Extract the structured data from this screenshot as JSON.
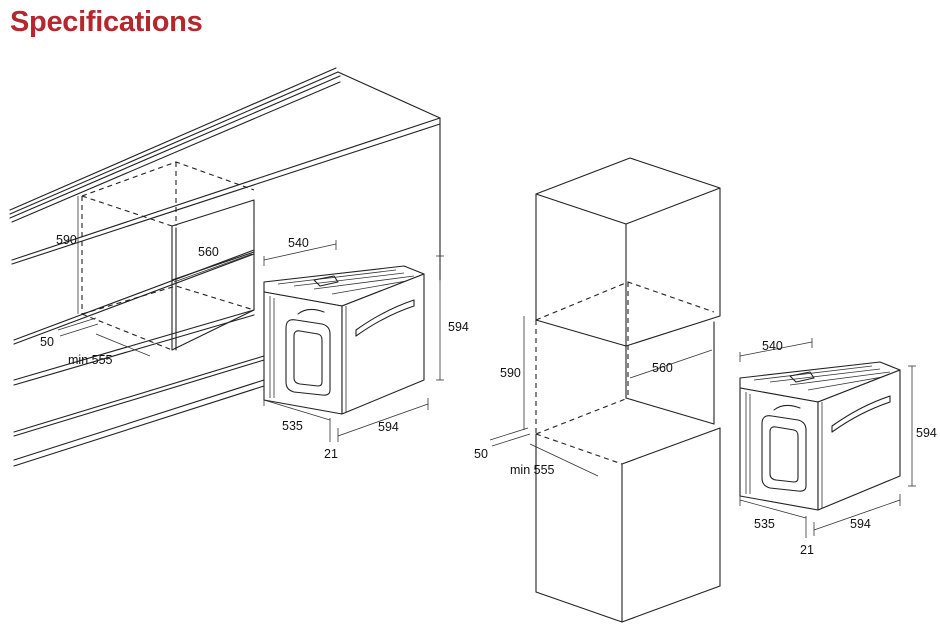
{
  "title": "Specifications",
  "colors": {
    "title": "#b5272d",
    "line": "#222222",
    "background": "#ffffff"
  },
  "diagrams": [
    {
      "installation": "under-counter",
      "dimensions": {
        "niche_height": "590",
        "niche_width": "560",
        "clearance": "50",
        "niche_depth": "min 555",
        "oven_depth_top": "540",
        "oven_height": "594",
        "oven_depth_bottom": "535",
        "oven_width": "594",
        "front_panel": "21"
      }
    },
    {
      "installation": "tall-column",
      "dimensions": {
        "niche_height": "590",
        "niche_width": "560",
        "clearance": "50",
        "niche_depth": "min 555",
        "oven_depth_top": "540",
        "oven_height": "594",
        "oven_depth_bottom": "535",
        "oven_width": "594",
        "front_panel": "21"
      }
    }
  ]
}
